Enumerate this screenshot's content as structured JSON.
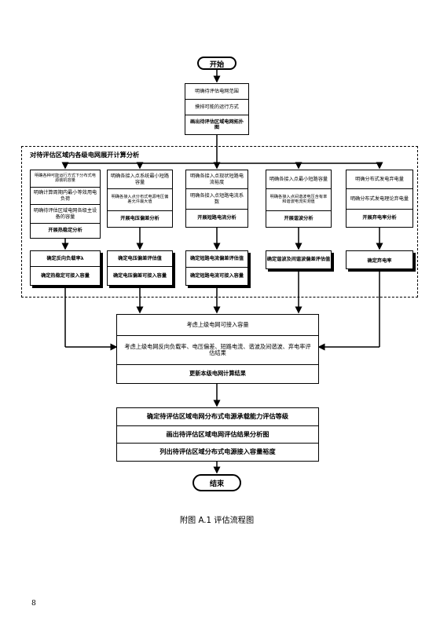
{
  "start": "开始",
  "top_steps": [
    "明确待评估电网范围",
    "摸排可能的运行方式",
    "画出待评估区域电网拓扑图"
  ],
  "dashed_region_title": "对待评估区域内各级电网展开计算分析",
  "columns": [
    {
      "steps": [
        "明确各种可能运行方式下分布式电源装机容量",
        "明确计算周期内最小等效用电负荷",
        "明确待评估区域电网各级主设备的容量",
        "开展热稳定分析"
      ],
      "results": [
        "确定反向负载率λ",
        "确定热稳定可接入容量"
      ]
    },
    {
      "steps": [
        "明确各接入点系统最小短路容量",
        "明确各接入点分布式电源电压偏差允许最大值",
        "开展电压偏差分析"
      ],
      "results": [
        "确定电压偏差评估值",
        "确定电压偏差可接入容量"
      ]
    },
    {
      "steps": [
        "明确各接入点现状短路电流裕度",
        "明确各接入点短路电流系数",
        "开展短路电流分析"
      ],
      "results": [
        "确定短路电流偏差评估值",
        "确定短路电流可接入容量"
      ]
    },
    {
      "steps": [
        "明确各接入点最小短路容量",
        "明确各接入点间谐波电压含有率和谐波电流实测值",
        "开展谐波分析"
      ],
      "results": [
        "确定谐波及间谐波偏差评估值"
      ]
    },
    {
      "steps": [
        "明确分布式发电弃电量",
        "明确分布式发电理论弃电量",
        "开展弃电率分析"
      ],
      "results": [
        "确定弃电率"
      ]
    }
  ],
  "upper_grid": [
    "考虑上级电网可接入容量",
    "考虑上级电网反向负载率、电压偏差、短路电流、谐波及间谐波、弃电率评估结果",
    "更新本级电网计算结果"
  ],
  "final_steps": [
    "确定待评估区域电网分布式电源承载能力评估等级",
    "画出待评估区域电网评估结果分析图",
    "列出待评估区域分布式电源接入容量裕度"
  ],
  "end": "结束",
  "caption": "附图 A.1 评估流程图",
  "page_number": "8"
}
